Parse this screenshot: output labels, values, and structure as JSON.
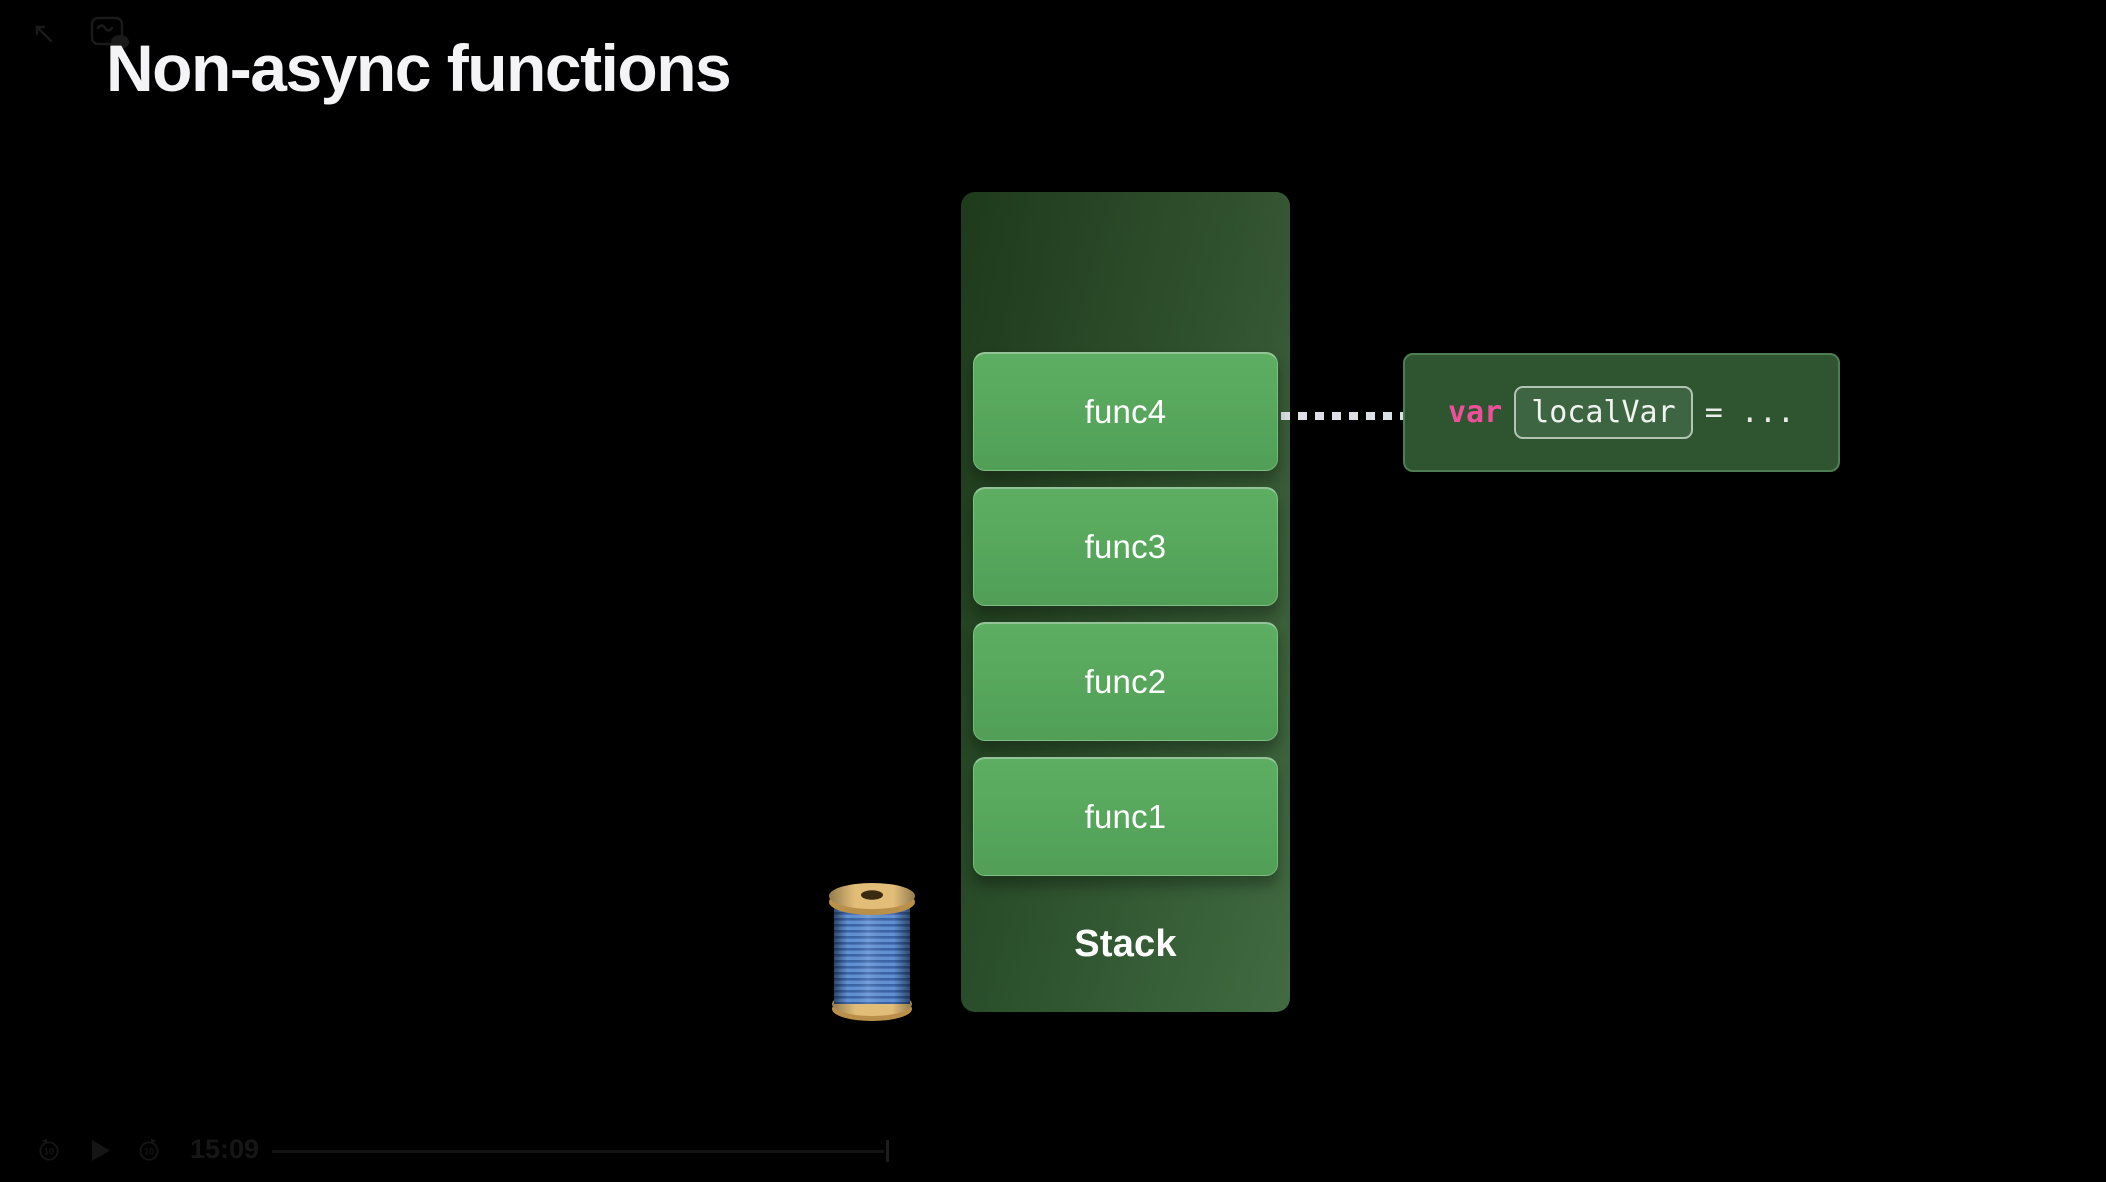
{
  "slide": {
    "title": "Non-async functions"
  },
  "stack": {
    "label": "Stack",
    "frames": [
      {
        "label": "func4"
      },
      {
        "label": "func3"
      },
      {
        "label": "func2"
      },
      {
        "label": "func1"
      }
    ]
  },
  "annotation": {
    "keyword": "var",
    "variable": "localVar",
    "equals_rest": "= ..."
  },
  "icons": {
    "thread_spool": "thread-spool-emoji",
    "pointer_tool": "cursor-arrow",
    "markup_tool": "markup-scribble-box",
    "skip_back": "skip-back-10",
    "play": "play-triangle",
    "skip_forward": "skip-forward-10"
  },
  "player": {
    "skip_back": "10",
    "skip_forward": "10",
    "timestamp": "15:09"
  },
  "theme": {
    "bg": "#000000",
    "title-color": "#f4f4f6",
    "container-top": "#254722",
    "container-bottom": "#325e33",
    "frame-green": "#5dae62",
    "frame-green-dark": "#519f57",
    "codebox-bg": "#2e5430",
    "codebox-border": "#4f7d53",
    "chip-bg": "#3e6541",
    "chip-border": "#b2c4b3",
    "keyword-pink": "#ee4f9a",
    "code-text": "#e9ece9",
    "connector": "#dde1e5",
    "player-dim": "#151515",
    "spool-wood": "#e2bd78",
    "spool-wood-dark": "#b98f49",
    "thread-light": "#6292d6",
    "thread-dark": "#3a65a8"
  }
}
